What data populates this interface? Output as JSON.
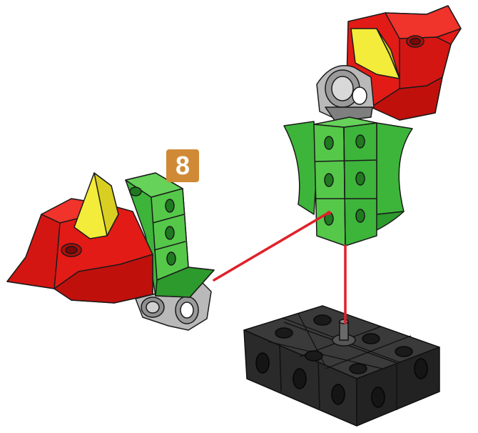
{
  "step": {
    "number": "8",
    "badge_color": "#D08A35"
  },
  "colors": {
    "red": "#E21B16",
    "red_dark": "#C0100C",
    "red_light": "#F0332B",
    "yellow": "#F4EC3A",
    "green": "#3DB53A",
    "green_dark": "#2C9A2C",
    "green_light": "#55C84A",
    "gray": "#B9B9B9",
    "gray_dark": "#7F7F7F",
    "black": "#2A2A2A",
    "black_edge": "#111111",
    "connector_line": "#E0202A",
    "outline": "#1A1A1A"
  },
  "parts": [
    "left-bird-assembly",
    "right-bird-assembly",
    "black-base-plate"
  ]
}
